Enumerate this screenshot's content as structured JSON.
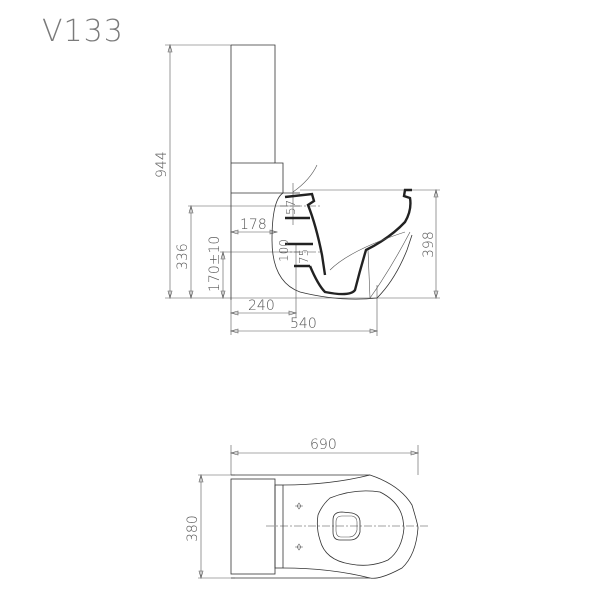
{
  "title": "V133",
  "side_view": {
    "dimensions": {
      "total_height": "944",
      "inlet_height": "336",
      "outlet_height": "170±10",
      "inlet_offset": "178",
      "inlet_pipe": "57",
      "outlet_size": "100",
      "outlet_pipe": "75",
      "bowl_height": "398",
      "outlet_distance": "240",
      "base_depth": "540"
    }
  },
  "top_view": {
    "dimensions": {
      "total_length": "690",
      "width": "380"
    }
  },
  "colors": {
    "line": "#333333",
    "text": "#555555"
  }
}
